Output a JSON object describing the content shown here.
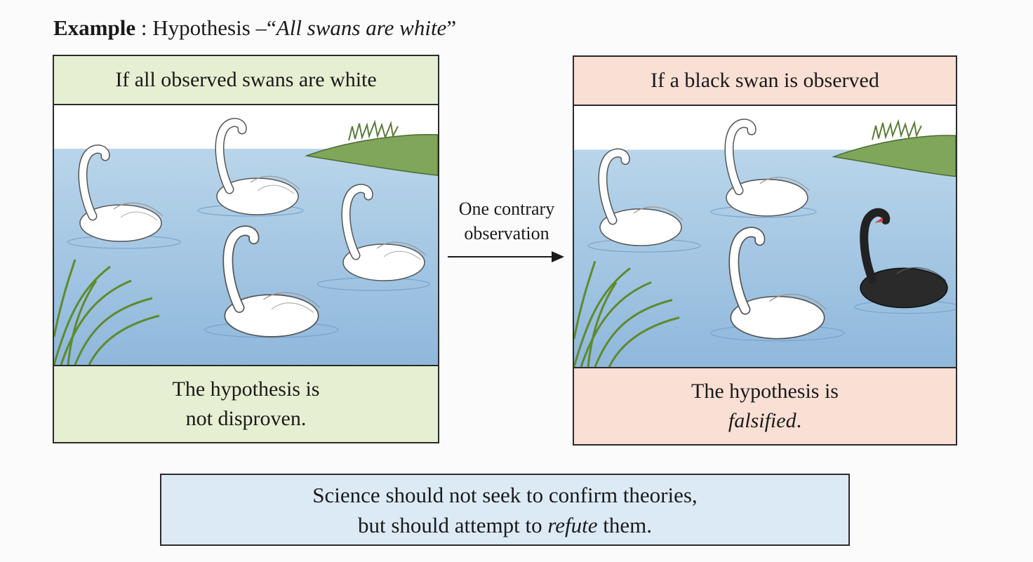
{
  "header": {
    "label": "Example",
    "separator": ":",
    "prefix": "Hypothesis –",
    "quote_open": "“",
    "quote": "All swans are white",
    "quote_close": "”"
  },
  "left_panel": {
    "heading": "If all observed swans are white",
    "footer_line1": "The hypothesis is",
    "footer_line2": "not disproven.",
    "color": "#e6efd2",
    "illustration": "four white swans on a lake"
  },
  "arrow": {
    "line1": "One contrary",
    "line2": "observation"
  },
  "right_panel": {
    "heading": "If a black swan is observed",
    "footer_line1": "The hypothesis is",
    "footer_italic": "falsified",
    "footer_end": ".",
    "color": "#f9dfd4",
    "illustration": "three white swans and one black swan on a lake"
  },
  "conclusion": {
    "line1": "Science should not seek to confirm theories,",
    "line2_pre": "but should attempt to ",
    "line2_italic": "refute",
    "line2_post": " them.",
    "color": "#dceaf6"
  }
}
